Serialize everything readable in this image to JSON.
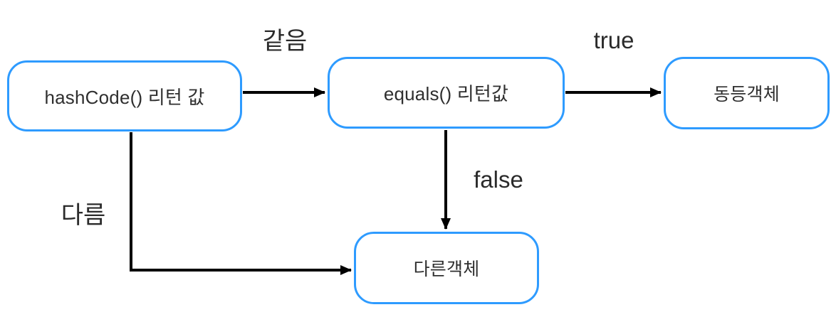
{
  "diagram": {
    "title": "hashCode-equals object equality flow",
    "nodes": [
      {
        "id": "hashcode",
        "label": "hashCode() 리턴 값"
      },
      {
        "id": "equals",
        "label": "equals() 리턴값"
      },
      {
        "id": "equal-object",
        "label": "동등객체"
      },
      {
        "id": "different-object",
        "label": "다른객체"
      }
    ],
    "edges": [
      {
        "from": "hashcode",
        "to": "equals",
        "label": "같음"
      },
      {
        "from": "equals",
        "to": "equal-object",
        "label": "true"
      },
      {
        "from": "equals",
        "to": "different-object",
        "label": "false"
      },
      {
        "from": "hashcode",
        "to": "different-object",
        "label": "다름"
      }
    ],
    "colors": {
      "node_border": "#2e9bff",
      "node_fill": "#ffffff",
      "arrow": "#000000",
      "text": "#2f2f2f"
    }
  }
}
